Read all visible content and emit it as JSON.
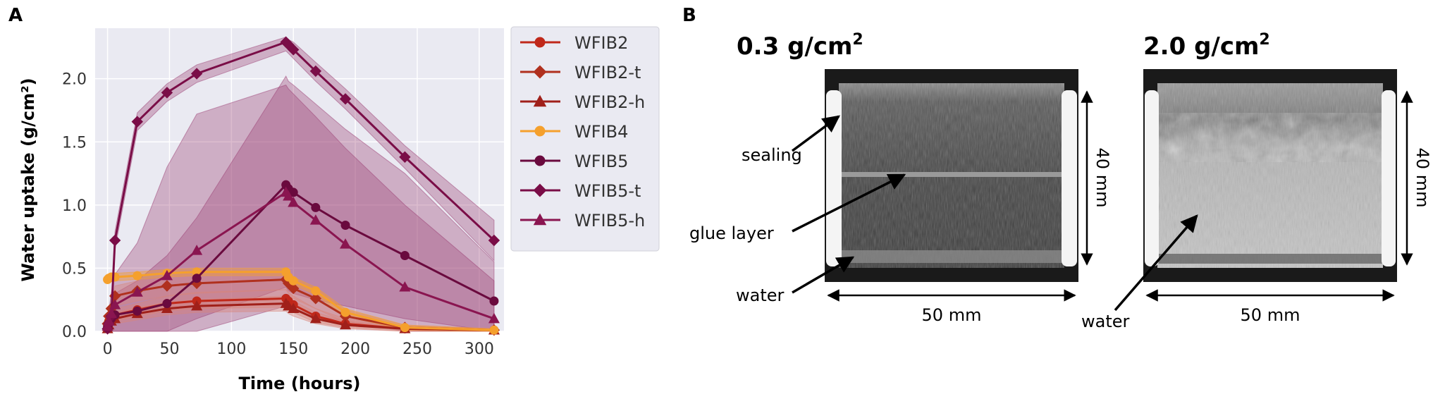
{
  "panel_labels": {
    "a": "A",
    "b": "B"
  },
  "colors": {
    "plot_bg": "#EAEAF2",
    "grid": "#FFFFFF",
    "wfib2_series": "#C0281A",
    "wfib4": "#F5A02D",
    "wfib5_series": "#7A0D47",
    "wfib5_band": "#9B3E73",
    "wfib2_band": "#D9857A"
  },
  "chart_data": {
    "type": "line",
    "xlabel": "Time (hours)",
    "ylabel": "Water uptake (g/cm²)",
    "xlim": [
      -10,
      320
    ],
    "ylim": [
      0,
      2.4
    ],
    "xticks": [
      "0",
      "50",
      "100",
      "150",
      "200",
      "250",
      "300"
    ],
    "yticks": [
      "0.0",
      "0.5",
      "1.0",
      "1.5",
      "2.0"
    ],
    "grid": true,
    "legend_position": "right-outside",
    "series": [
      {
        "name": "WFIB2",
        "color": "#C0281A",
        "marker": "circle",
        "x": [
          0,
          1,
          3,
          6,
          24,
          48,
          72,
          144,
          146,
          150,
          168,
          192,
          240,
          312
        ],
        "y": [
          0.05,
          0.08,
          0.1,
          0.13,
          0.17,
          0.22,
          0.24,
          0.26,
          0.24,
          0.21,
          0.12,
          0.06,
          0.02,
          0.01
        ],
        "band_lo": [
          0.02,
          0.04,
          0.06,
          0.08,
          0.12,
          0.16,
          0.18,
          0.19,
          0.17,
          0.15,
          0.07,
          0.03,
          0.0,
          0.0
        ],
        "band_hi": [
          0.08,
          0.12,
          0.15,
          0.18,
          0.22,
          0.28,
          0.31,
          0.33,
          0.31,
          0.28,
          0.18,
          0.1,
          0.04,
          0.02
        ]
      },
      {
        "name": "WFIB2-t",
        "color": "#B0301E",
        "marker": "diamond",
        "x": [
          0,
          1,
          3,
          6,
          24,
          48,
          72,
          144,
          146,
          150,
          168,
          192,
          240,
          312
        ],
        "y": [
          0.06,
          0.12,
          0.18,
          0.28,
          0.32,
          0.36,
          0.38,
          0.41,
          0.38,
          0.34,
          0.26,
          0.12,
          0.03,
          0.01
        ],
        "band_lo": [
          0.03,
          0.07,
          0.12,
          0.2,
          0.24,
          0.28,
          0.3,
          0.33,
          0.3,
          0.26,
          0.18,
          0.07,
          0.01,
          0.0
        ],
        "band_hi": [
          0.09,
          0.17,
          0.24,
          0.36,
          0.4,
          0.44,
          0.46,
          0.49,
          0.46,
          0.42,
          0.34,
          0.17,
          0.05,
          0.02
        ]
      },
      {
        "name": "WFIB2-h",
        "color": "#A0201A",
        "marker": "triangle",
        "x": [
          0,
          1,
          3,
          6,
          24,
          48,
          72,
          144,
          146,
          150,
          168,
          192,
          240,
          312
        ],
        "y": [
          0.02,
          0.05,
          0.08,
          0.1,
          0.14,
          0.18,
          0.2,
          0.22,
          0.2,
          0.18,
          0.1,
          0.05,
          0.02,
          0.01
        ],
        "band_lo": [
          0.0,
          0.02,
          0.04,
          0.06,
          0.09,
          0.13,
          0.15,
          0.16,
          0.14,
          0.12,
          0.06,
          0.02,
          0.0,
          0.0
        ],
        "band_hi": [
          0.04,
          0.08,
          0.12,
          0.15,
          0.19,
          0.23,
          0.25,
          0.28,
          0.26,
          0.24,
          0.15,
          0.08,
          0.04,
          0.02
        ]
      },
      {
        "name": "WFIB4",
        "color": "#F5A02D",
        "marker": "circle",
        "x": [
          0,
          1,
          3,
          6,
          24,
          48,
          72,
          144,
          146,
          150,
          168,
          192,
          240,
          312
        ],
        "y": [
          0.41,
          0.42,
          0.43,
          0.43,
          0.44,
          0.46,
          0.47,
          0.47,
          0.43,
          0.4,
          0.32,
          0.15,
          0.03,
          0.01
        ],
        "band_lo": [
          0.38,
          0.39,
          0.4,
          0.4,
          0.41,
          0.43,
          0.44,
          0.44,
          0.4,
          0.37,
          0.29,
          0.12,
          0.01,
          0.0
        ],
        "band_hi": [
          0.44,
          0.45,
          0.46,
          0.46,
          0.47,
          0.49,
          0.5,
          0.5,
          0.46,
          0.43,
          0.35,
          0.18,
          0.05,
          0.02
        ]
      },
      {
        "name": "WFIB5",
        "color": "#6A0A3E",
        "marker": "circle",
        "x": [
          0,
          1,
          3,
          6,
          24,
          48,
          72,
          144,
          146,
          150,
          168,
          192,
          240,
          312
        ],
        "y": [
          0.03,
          0.06,
          0.1,
          0.13,
          0.16,
          0.22,
          0.42,
          1.16,
          1.13,
          1.1,
          0.98,
          0.84,
          0.6,
          0.24
        ],
        "band_lo": [
          0.0,
          0.0,
          0.0,
          0.0,
          0.0,
          0.0,
          0.1,
          0.35,
          0.32,
          0.3,
          0.25,
          0.2,
          0.1,
          0.0
        ],
        "band_hi": [
          0.08,
          0.14,
          0.22,
          0.3,
          0.4,
          0.6,
          0.9,
          2.02,
          1.98,
          1.95,
          1.8,
          1.6,
          1.25,
          0.55
        ]
      },
      {
        "name": "WFIB5-t",
        "color": "#7A0D47",
        "marker": "diamond",
        "x": [
          0,
          1,
          3,
          6,
          24,
          48,
          72,
          144,
          146,
          150,
          168,
          192,
          240,
          312
        ],
        "y": [
          0.02,
          0.06,
          0.12,
          0.72,
          1.66,
          1.89,
          2.04,
          2.29,
          2.27,
          2.23,
          2.06,
          1.84,
          1.38,
          0.72
        ],
        "band_lo": [
          0.0,
          0.02,
          0.07,
          0.65,
          1.59,
          1.82,
          1.97,
          2.22,
          2.2,
          2.16,
          1.98,
          1.76,
          1.29,
          0.56
        ],
        "band_hi": [
          0.04,
          0.1,
          0.17,
          0.79,
          1.73,
          1.96,
          2.11,
          2.33,
          2.31,
          2.29,
          2.13,
          1.92,
          1.47,
          0.88
        ]
      },
      {
        "name": "WFIB5-h",
        "color": "#8A1550",
        "marker": "triangle",
        "x": [
          0,
          1,
          3,
          6,
          24,
          48,
          72,
          144,
          146,
          150,
          168,
          192,
          240,
          312
        ],
        "y": [
          0.04,
          0.08,
          0.14,
          0.21,
          0.31,
          0.44,
          0.64,
          1.1,
          1.07,
          1.02,
          0.88,
          0.69,
          0.35,
          0.1
        ],
        "band_lo": [
          0.0,
          0.0,
          0.0,
          0.0,
          0.0,
          0.0,
          0.0,
          0.2,
          0.18,
          0.16,
          0.12,
          0.08,
          0.0,
          0.0
        ],
        "band_hi": [
          0.08,
          0.16,
          0.3,
          0.45,
          0.7,
          1.3,
          1.72,
          1.95,
          1.92,
          1.88,
          1.7,
          1.45,
          1.0,
          0.4
        ]
      }
    ]
  },
  "images": [
    {
      "title_main": "0.3 g/cm",
      "title_sup": "2",
      "labels": {
        "sealing": "sealing",
        "glue": "glue layer",
        "water": "water",
        "height": "40 mm",
        "width": "50 mm"
      }
    },
    {
      "title_main": "2.0 g/cm",
      "title_sup": "2",
      "labels": {
        "water": "water",
        "height": "40 mm",
        "width": "50 mm"
      }
    }
  ]
}
